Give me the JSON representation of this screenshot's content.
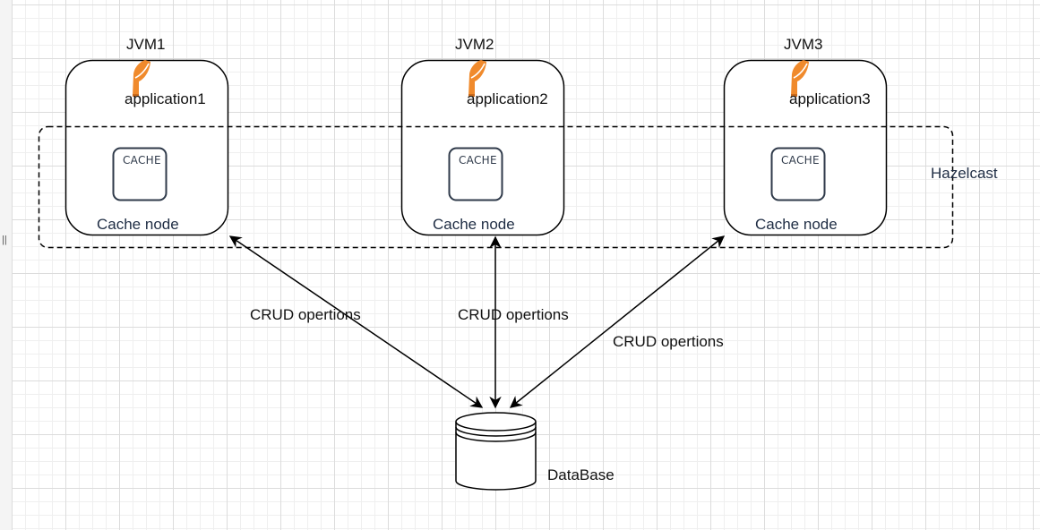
{
  "diagram": {
    "jvms": [
      {
        "title": "JVM1",
        "application": "application1",
        "node_label": "Cache node",
        "cache_label": "CACHE"
      },
      {
        "title": "JVM2",
        "application": "application2",
        "node_label": "Cache node",
        "cache_label": "CACHE"
      },
      {
        "title": "JVM3",
        "application": "application3",
        "node_label": "Cache node",
        "cache_label": "CACHE"
      }
    ],
    "cluster_label": "Hazelcast",
    "connections": [
      {
        "label": "CRUD opertions",
        "from": "JVM1",
        "to": "DataBase",
        "direction": "bidirectional"
      },
      {
        "label": "CRUD opertions",
        "from": "JVM2",
        "to": "DataBase",
        "direction": "bidirectional"
      },
      {
        "label": "CRUD opertions",
        "from": "JVM3",
        "to": "DataBase",
        "direction": "bidirectional"
      }
    ],
    "database_label": "DataBase",
    "handle_glyph": "||",
    "colors": {
      "leaf_orange": "#f08a2c",
      "cache_stroke": "#2f3a4a",
      "text_blue": "#1f2d44",
      "stroke": "#000000"
    }
  }
}
